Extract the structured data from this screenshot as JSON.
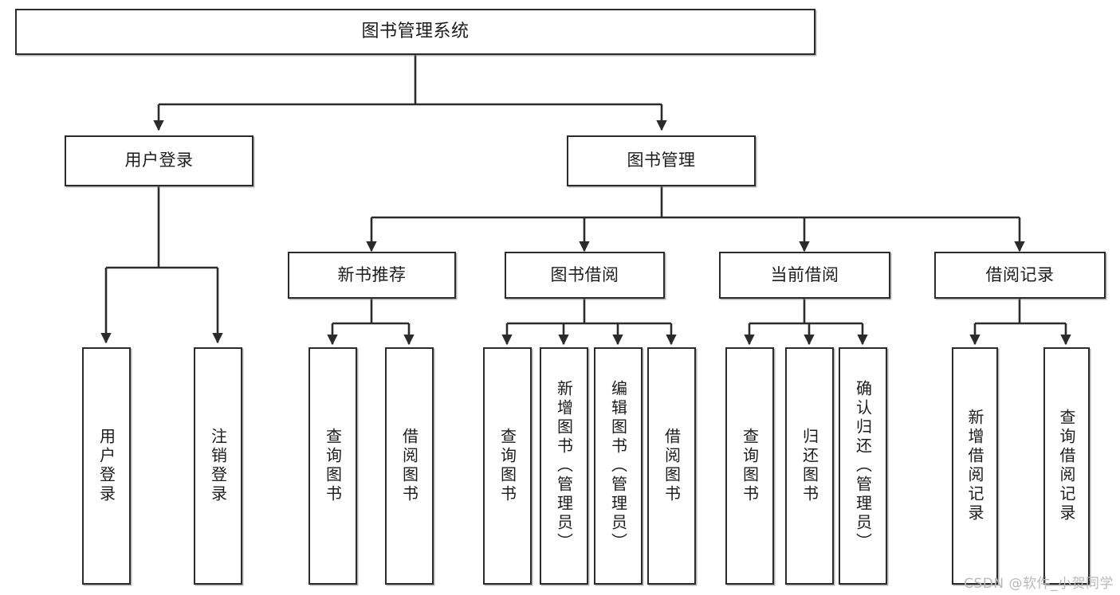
{
  "diagram": {
    "type": "tree-hierarchy-chart",
    "title": "图书管理系统",
    "line_color": "#2b2b2b",
    "box_fill": "#ffffff",
    "text_color": "#1c1c1c",
    "orientation": "top-down",
    "levels": 4
  },
  "root": {
    "label": "图书管理系统"
  },
  "level2": [
    {
      "label": "用户登录"
    },
    {
      "label": "图书管理"
    }
  ],
  "level3": [
    {
      "label": "新书推荐"
    },
    {
      "label": "图书借阅"
    },
    {
      "label": "当前借阅"
    },
    {
      "label": "借阅记录"
    }
  ],
  "leaves": {
    "user_login": [
      {
        "label": "用户登录"
      },
      {
        "label": "注销登录"
      }
    ],
    "new_book_recommend": [
      {
        "label": "查询图书"
      },
      {
        "label": "借阅图书"
      }
    ],
    "book_borrow": [
      {
        "label": "查询图书"
      },
      {
        "label": "新增图书（管理员）"
      },
      {
        "label": "编辑图书（管理员）"
      },
      {
        "label": "借阅图书"
      }
    ],
    "current_borrow": [
      {
        "label": "查询图书"
      },
      {
        "label": "归还图书"
      },
      {
        "label": "确认归还（管理员）"
      }
    ],
    "borrow_record": [
      {
        "label": "新增借阅记录"
      },
      {
        "label": "查询借阅记录"
      }
    ]
  },
  "watermark": {
    "text": "CSDN @软件_小贺同学"
  }
}
